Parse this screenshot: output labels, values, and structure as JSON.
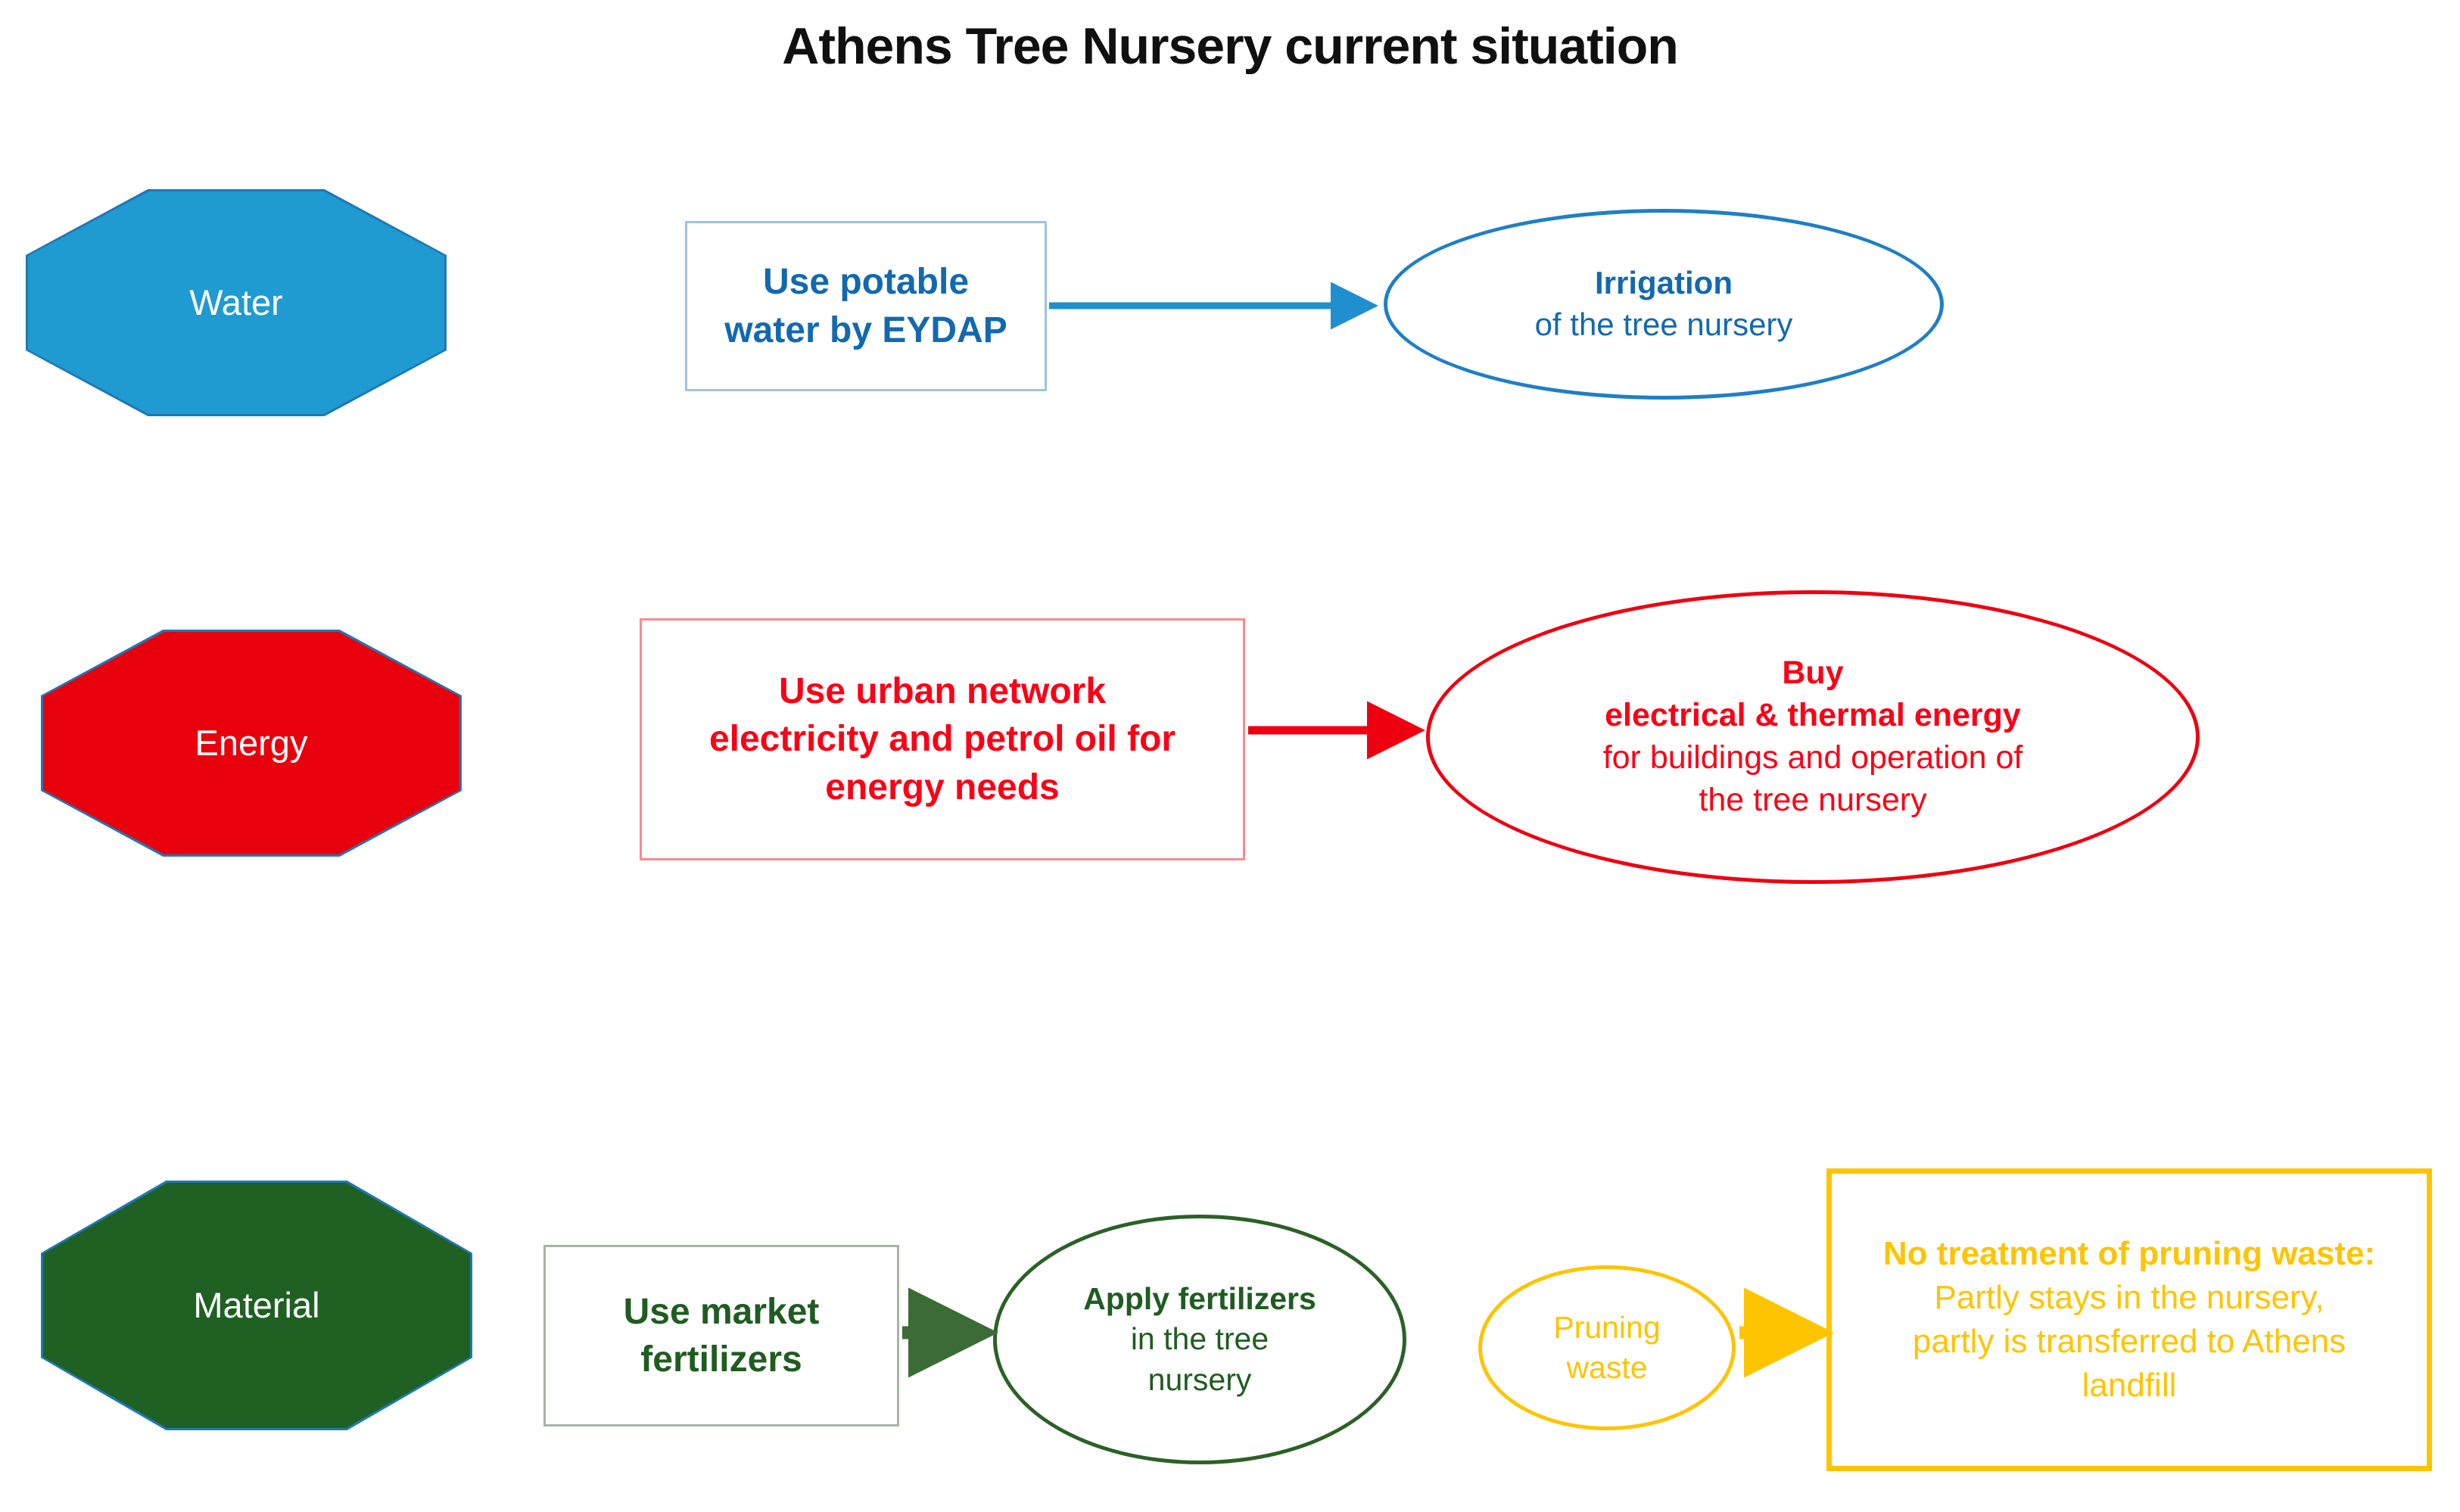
{
  "title": "Athens Tree Nursery current situation",
  "colors": {
    "water_fill": "#1f9bd1",
    "water_text": "#1269b0",
    "water_border": "#9dc3e6",
    "water_line": "#1f8fce",
    "energy_fill": "#e9000d",
    "energy_text": "#fb0016",
    "energy_border": "#f98a8f",
    "energy_line": "#ee0011",
    "material_fill": "#1f6023",
    "material_text": "#1f5c20",
    "material_border": "#a6b5a2",
    "material_line": "#3c6b37",
    "waste_color": "#ffc400",
    "waste_border": "#ffc400",
    "octagon_outline": "#1f78b4",
    "title_color": "#101010"
  },
  "rows": [
    {
      "key": "water",
      "node": {
        "label": "Water"
      },
      "box": {
        "lines": [
          "Use potable",
          "water by EYDAP"
        ]
      },
      "ellipse": {
        "lines": [
          {
            "text": "Irrigation",
            "bold": true
          },
          {
            "text": "of the tree nursery",
            "bold": false
          }
        ]
      }
    },
    {
      "key": "energy",
      "node": {
        "label": "Energy"
      },
      "box": {
        "lines": [
          "Use urban network",
          "electricity and petrol oil for",
          "energy needs"
        ]
      },
      "ellipse": {
        "lines": [
          {
            "text": "Buy",
            "bold": true
          },
          {
            "text": "electrical & thermal energy",
            "bold": true
          },
          {
            "text": "for buildings and operation of",
            "bold": false
          },
          {
            "text": "the tree nursery",
            "bold": false
          }
        ]
      }
    },
    {
      "key": "material",
      "node": {
        "label": "Material"
      },
      "box": {
        "lines": [
          "Use market",
          "fertilizers"
        ]
      },
      "ellipse": {
        "lines": [
          {
            "text": "Apply fertilizers",
            "bold": true
          },
          {
            "text": "in the tree",
            "bold": false
          },
          {
            "text": "nursery",
            "bold": false
          }
        ]
      }
    }
  ],
  "waste": {
    "ellipse": {
      "lines": [
        {
          "text": "Pruning",
          "bold": false
        },
        {
          "text": "waste",
          "bold": false
        }
      ]
    },
    "box": {
      "lines": [
        {
          "text": "No treatment of pruning waste:",
          "bold": true
        },
        {
          "text": "Partly stays in the nursery,",
          "bold": false
        },
        {
          "text": "partly is transferred to Athens",
          "bold": false
        },
        {
          "text": "landfill",
          "bold": false
        }
      ]
    }
  }
}
